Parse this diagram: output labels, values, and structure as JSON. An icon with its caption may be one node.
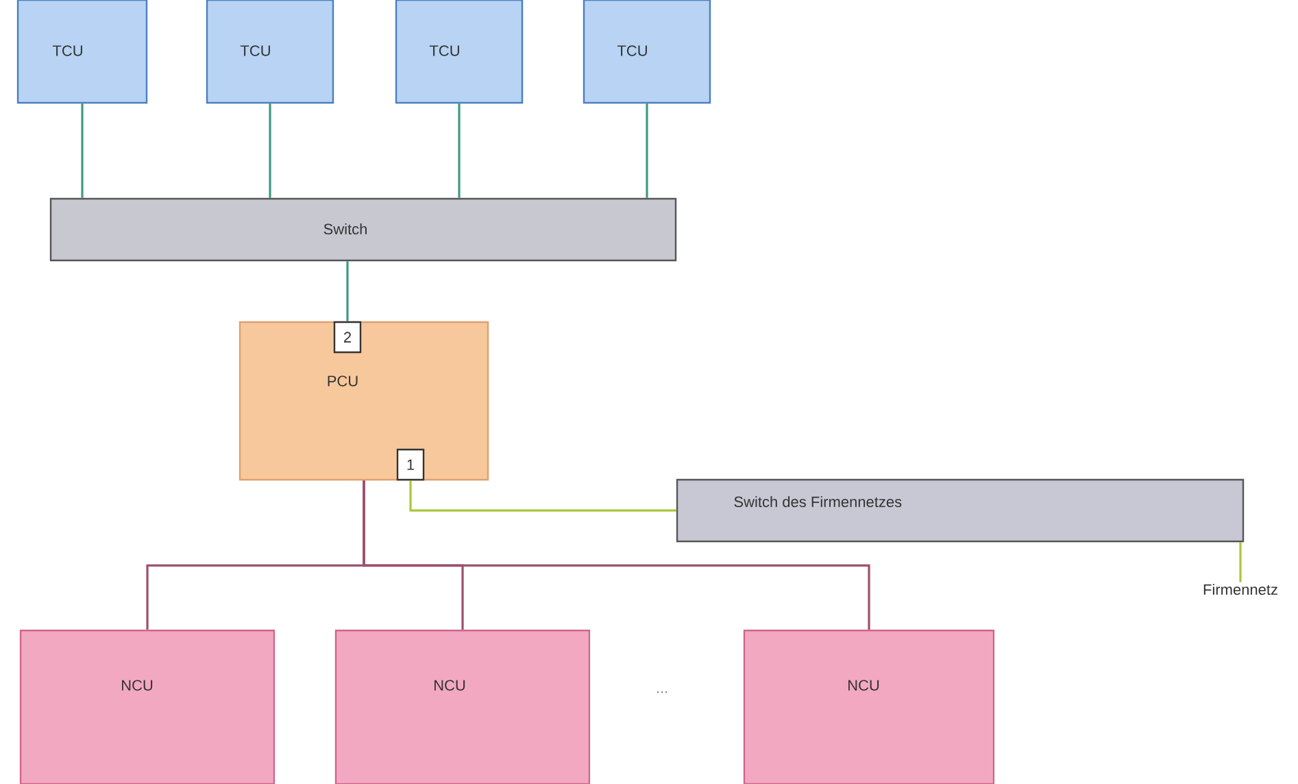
{
  "diagram": {
    "nodes": [
      {
        "text": [
          "TCU"
        ]
      },
      {
        "text": [
          "TCU"
        ]
      },
      {
        "text": [
          "TCU"
        ]
      },
      {
        "text": [
          "TCU"
        ]
      },
      {
        "text": [
          "Switch"
        ]
      },
      {
        "text": [
          "PCU"
        ]
      },
      {
        "text": [
          "2"
        ],
        "in": 5
      },
      {
        "text": [
          "1"
        ],
        "in": 5
      },
      {
        "text": [
          "Switch des Firmennetzes"
        ]
      },
      {
        "text": [
          "Firmennetz"
        ]
      },
      {
        "text": [
          "NCU"
        ]
      },
      {
        "text": [
          "NCU"
        ]
      },
      {
        "text": [
          "NCU"
        ]
      }
    ],
    "edges": [
      {
        "from": 0,
        "to": 4,
        "arrow": "none",
        "color": "#3f9a80"
      },
      {
        "from": 1,
        "to": 4,
        "arrow": "none",
        "color": "#3f9a80"
      },
      {
        "from": 2,
        "to": 4,
        "arrow": "none",
        "color": "#3f9a80"
      },
      {
        "from": 3,
        "to": 4,
        "arrow": "none",
        "color": "#3f9a80"
      },
      {
        "from": 4,
        "to": 6,
        "arrow": "none",
        "color": "#3f9a80"
      },
      {
        "from": 7,
        "to": 8,
        "arrow": "none",
        "color": "#a8c83c"
      },
      {
        "from": 8,
        "to": 9,
        "arrow": "none",
        "color": "#a8c83c"
      },
      {
        "from": 5,
        "to": 10,
        "arrow": "none",
        "color": "#9c4f6c"
      },
      {
        "from": 5,
        "to": 11,
        "arrow": "none",
        "color": "#9c4f6c"
      },
      {
        "from": 5,
        "to": 12,
        "arrow": "none",
        "color": "#9c4f6c"
      }
    ],
    "labels": [
      "..."
    ]
  }
}
